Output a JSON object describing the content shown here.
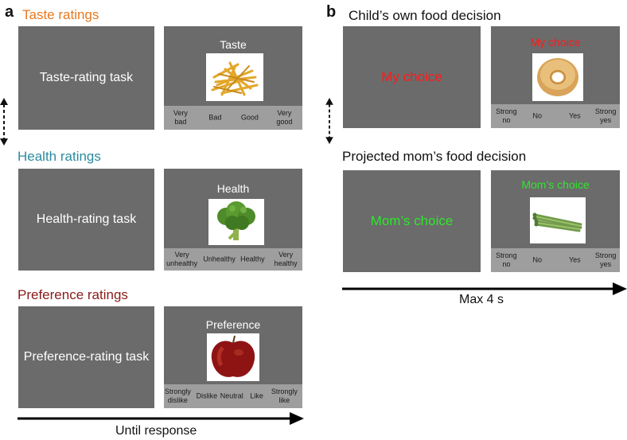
{
  "panel_a": {
    "letter": "a",
    "taste": {
      "title": "Taste ratings",
      "title_color": "#e8781f",
      "task_label": "Taste-rating task",
      "screen_label": "Taste",
      "food_icon": "french-fries-icon",
      "scale": [
        "Very\nbad",
        "Bad",
        "Good",
        "Very\ngood"
      ]
    },
    "health": {
      "title": "Health ratings",
      "title_color": "#2a8ca0",
      "task_label": "Health-rating task",
      "screen_label": "Health",
      "food_icon": "broccoli-icon",
      "scale": [
        "Very\nunhealthy",
        "Unhealthy",
        "Healthy",
        "Very\nhealthy"
      ]
    },
    "preference": {
      "title": "Preference ratings",
      "title_color": "#8b1a1a",
      "task_label": "Preference-rating  task",
      "screen_label": "Preference",
      "food_icon": "apple-icon",
      "scale": [
        "Strongly\ndislike",
        "Dislike",
        "Neutral",
        "Like",
        "Strongly\nlike"
      ]
    },
    "timeline_label": "Until response"
  },
  "panel_b": {
    "letter": "b",
    "child": {
      "title": "Child’s own food decision",
      "choice_label": "My choice",
      "choice_color": "#ff1a1a",
      "food_icon": "bagel-icon",
      "scale": [
        "Strong\nno",
        "No",
        "Yes",
        "Strong\nyes"
      ]
    },
    "mom": {
      "title": "Projected mom’s food decision",
      "choice_label": "Mom’s choice",
      "choice_color": "#2ee62e",
      "food_icon": "asparagus-icon",
      "scale": [
        "Strong\nno",
        "No",
        "Yes",
        "Strong\nyes"
      ]
    },
    "timeline_label": "Max 4 s"
  }
}
